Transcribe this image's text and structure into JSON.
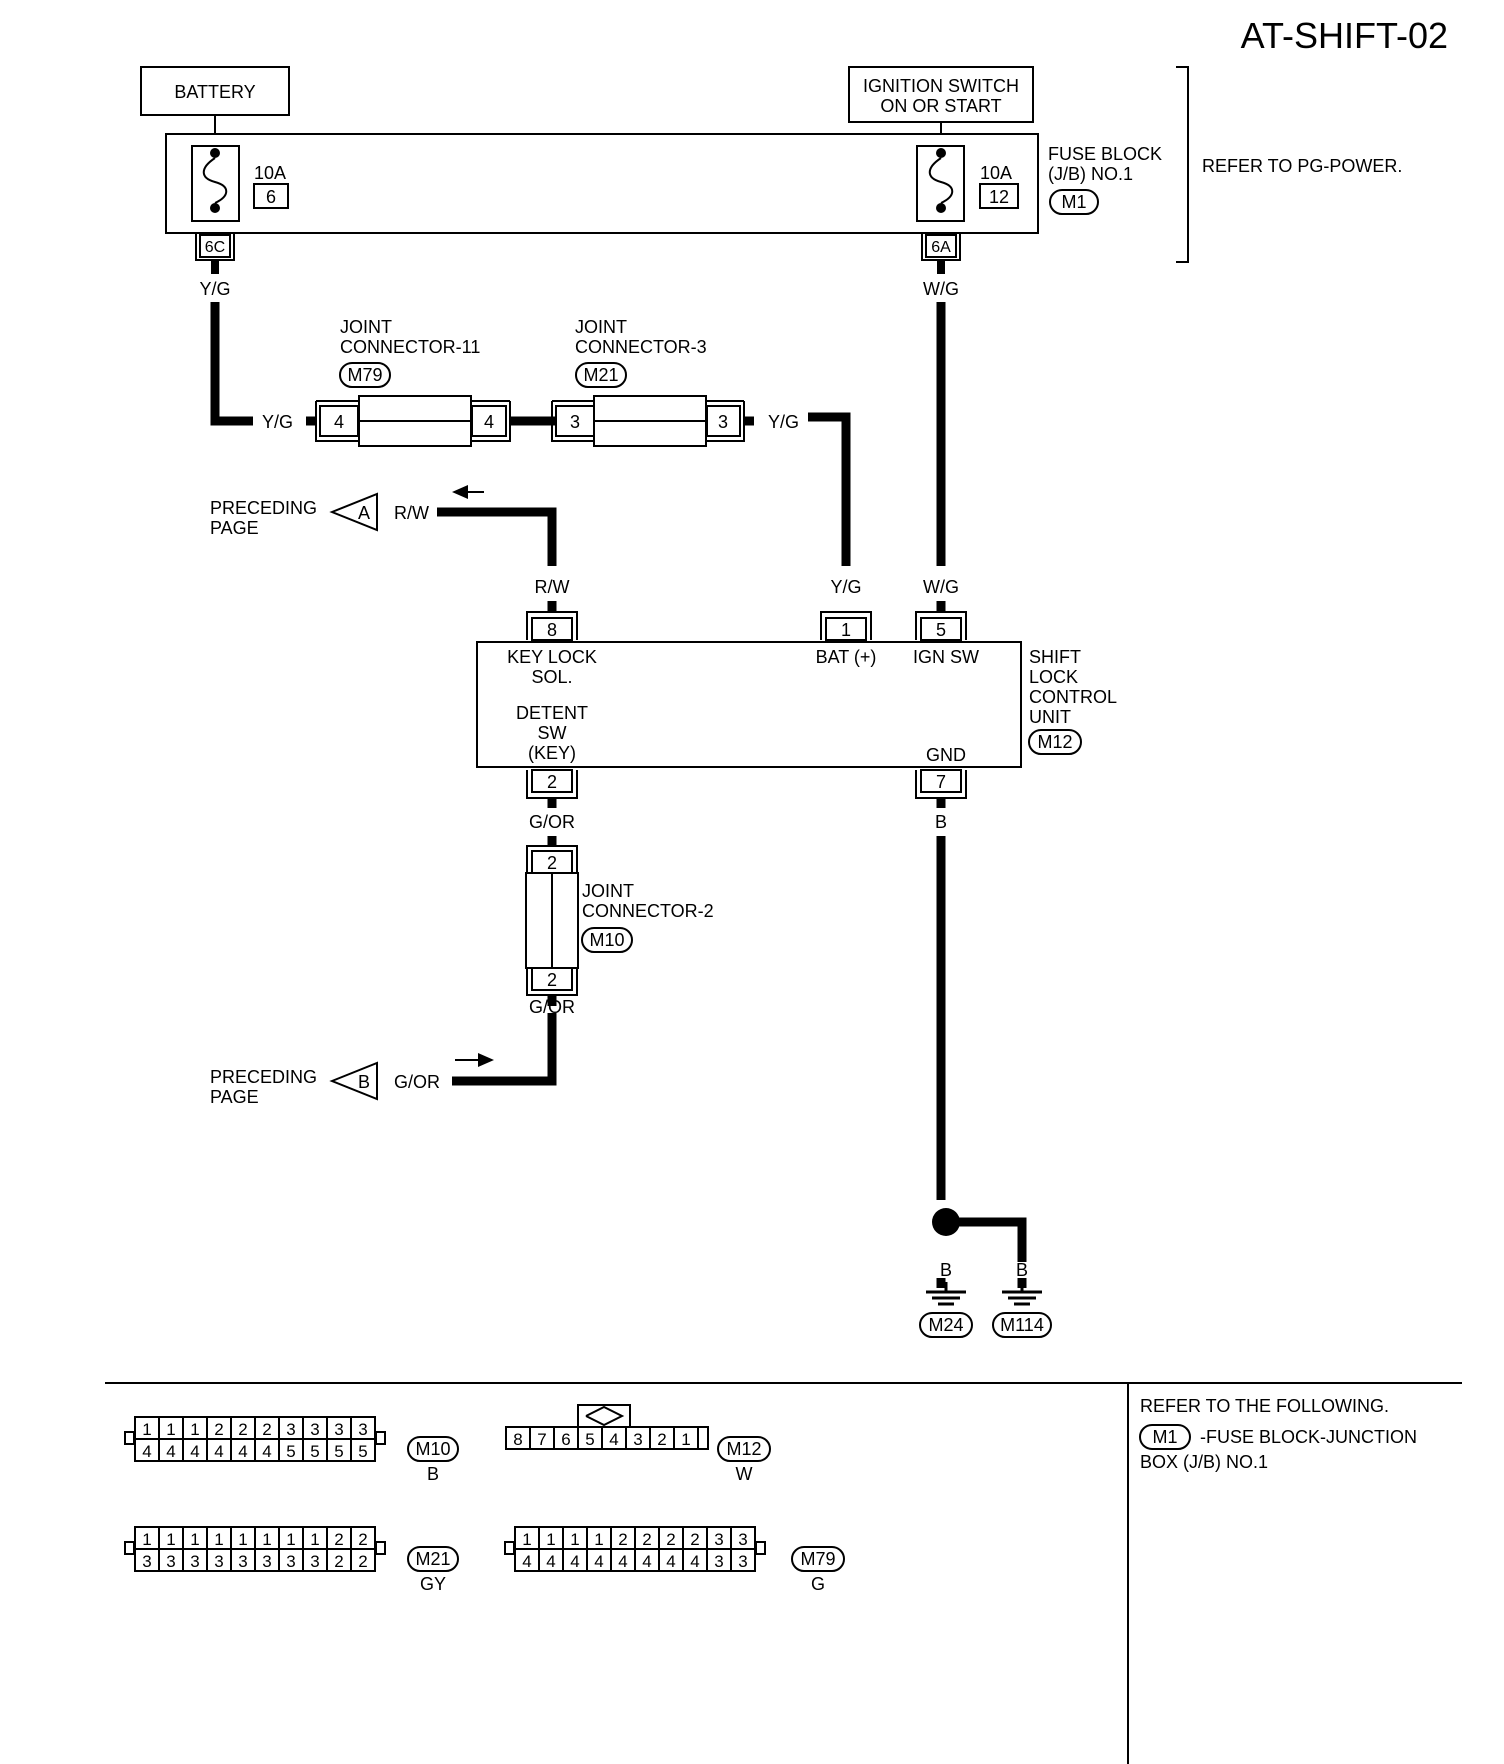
{
  "page_title": "AT-SHIFT-02",
  "battery": {
    "label": "BATTERY"
  },
  "ignition": {
    "line1": "IGNITION SWITCH",
    "line2": "ON OR START"
  },
  "fuse_block": {
    "line1": "FUSE BLOCK",
    "line2": "(J/B) NO.1",
    "connector": "M1",
    "fuse_left": {
      "rating": "10A",
      "number": "6",
      "terminal": "6C"
    },
    "fuse_right": {
      "rating": "10A",
      "number": "12",
      "terminal": "6A"
    }
  },
  "refer_pg": "REFER TO PG-POWER.",
  "wire_colors": {
    "yg": "Y/G",
    "wg": "W/G",
    "rw": "R/W",
    "gor": "G/OR",
    "b": "B"
  },
  "jc11": {
    "line1": "JOINT",
    "line2": "CONNECTOR-11",
    "connector": "M79",
    "pin": "4"
  },
  "jc3": {
    "line1": "JOINT",
    "line2": "CONNECTOR-3",
    "connector": "M21",
    "pin": "3"
  },
  "jc2": {
    "line1": "JOINT",
    "line2": "CONNECTOR-2",
    "connector": "M10",
    "pin": "2"
  },
  "preceding_a": {
    "line1": "PRECEDING",
    "line2": "PAGE",
    "letter": "A"
  },
  "preceding_b": {
    "line1": "PRECEDING",
    "line2": "PAGE",
    "letter": "B"
  },
  "slcu": {
    "name_lines": [
      "SHIFT",
      "LOCK",
      "CONTROL",
      "UNIT"
    ],
    "connector": "M12",
    "pins": {
      "p8": {
        "num": "8",
        "l1": "KEY LOCK",
        "l2": "SOL."
      },
      "p1": {
        "num": "1",
        "l1": "BAT (+)"
      },
      "p5": {
        "num": "5",
        "l1": "IGN SW"
      },
      "p2": {
        "num": "2",
        "l1": "DETENT",
        "l2": "SW",
        "l3": "(KEY)"
      },
      "p7": {
        "num": "7",
        "l1": "GND"
      }
    }
  },
  "grounds": [
    "M24",
    "M114"
  ],
  "footer": {
    "refer_following": "REFER TO THE FOLLOWING.",
    "ref_connector": "M1",
    "ref_text1": "-FUSE BLOCK-JUNCTION",
    "ref_text2": "BOX (J/B) NO.1"
  },
  "connector_faces": {
    "m10": {
      "id": "M10",
      "color": "B",
      "top": [
        "1",
        "1",
        "1",
        "2",
        "2",
        "2",
        "3",
        "3",
        "3",
        "3"
      ],
      "bottom": [
        "4",
        "4",
        "4",
        "4",
        "4",
        "4",
        "5",
        "5",
        "5",
        "5"
      ]
    },
    "m12": {
      "id": "M12",
      "color": "W",
      "pins": [
        "8",
        "7",
        "6",
        "5",
        "4",
        "3",
        "2",
        "1"
      ]
    },
    "m21": {
      "id": "M21",
      "color": "GY",
      "top": [
        "1",
        "1",
        "1",
        "1",
        "1",
        "1",
        "1",
        "1",
        "2",
        "2"
      ],
      "bottom": [
        "3",
        "3",
        "3",
        "3",
        "3",
        "3",
        "3",
        "3",
        "2",
        "2"
      ]
    },
    "m79": {
      "id": "M79",
      "color": "G",
      "top": [
        "1",
        "1",
        "1",
        "1",
        "2",
        "2",
        "2",
        "2",
        "3",
        "3"
      ],
      "bottom": [
        "4",
        "4",
        "4",
        "4",
        "4",
        "4",
        "4",
        "4",
        "3",
        "3"
      ]
    }
  }
}
